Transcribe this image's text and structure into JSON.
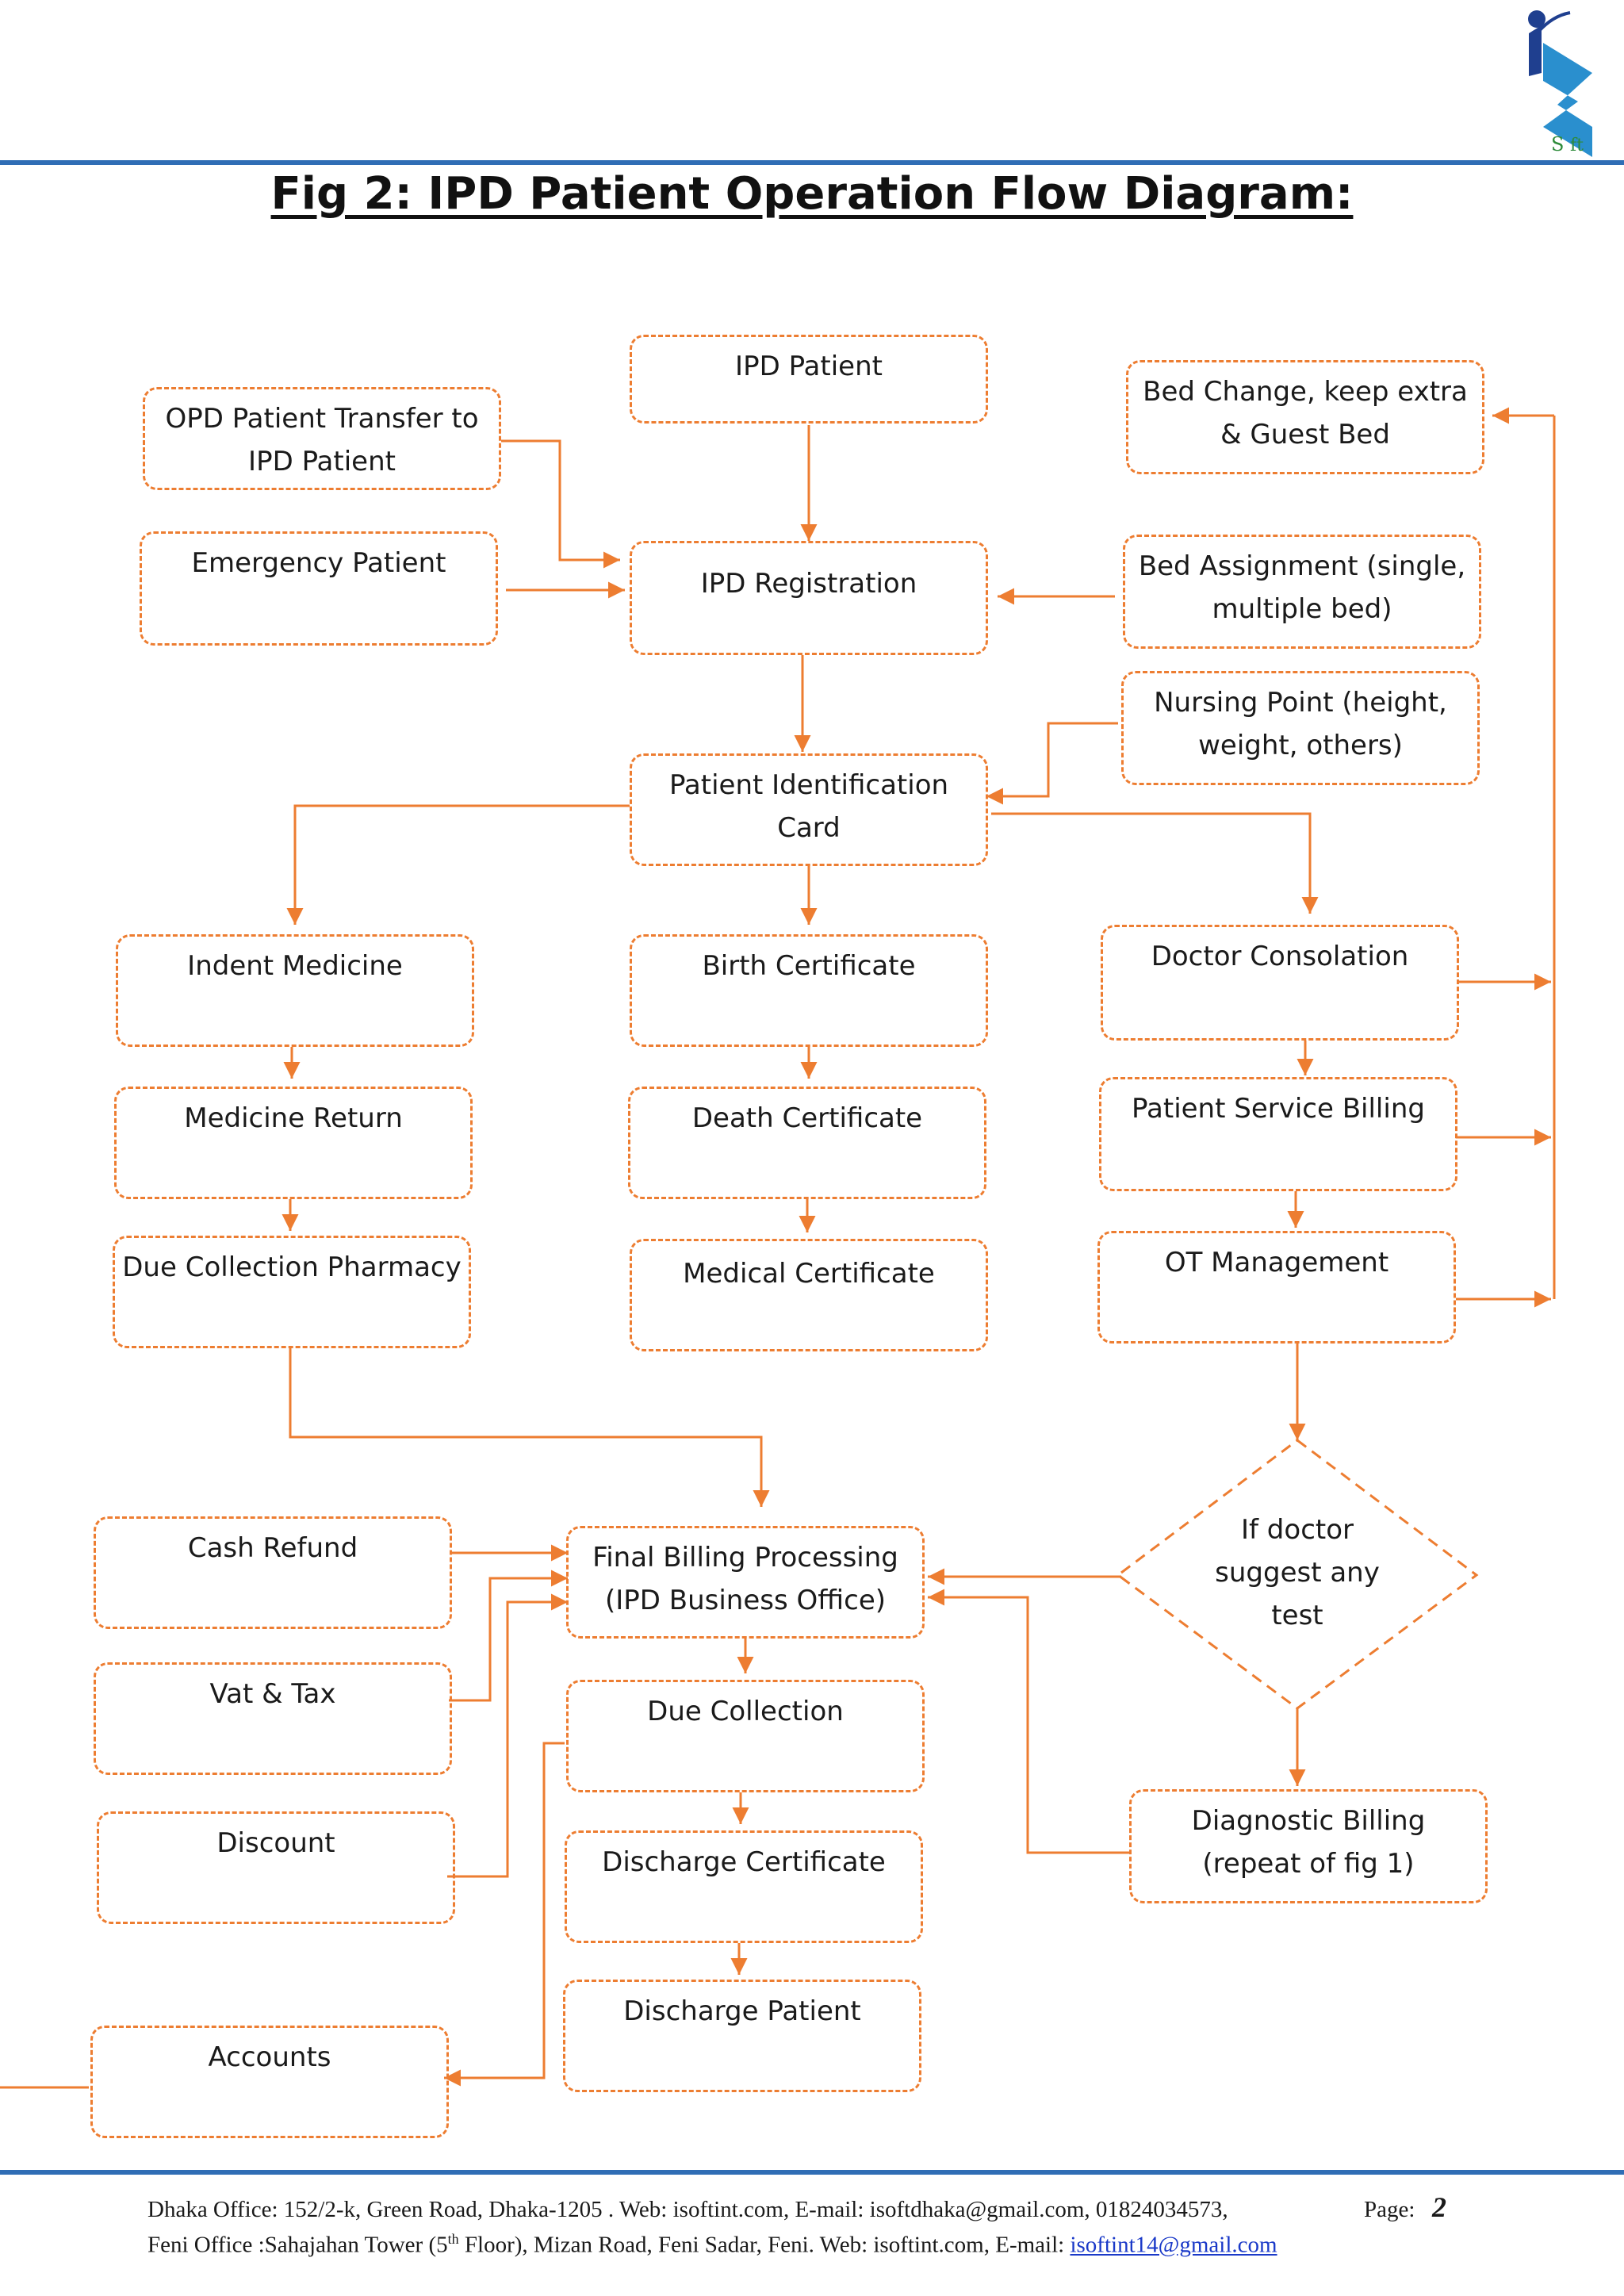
{
  "title": "Fig 2: IPD Patient Operation Flow Diagram:",
  "logo": {
    "mark": "S",
    "text": "ft"
  },
  "nodes": {
    "ipd_patient": "IPD Patient",
    "opd_transfer": [
      "OPD Patient Transfer to",
      "IPD Patient"
    ],
    "emergency": "Emergency Patient",
    "ipd_registration": "IPD Registration",
    "bed_change": [
      "Bed Change, keep extra",
      "& Guest Bed"
    ],
    "bed_assignment": [
      "Bed Assignment (single,",
      "multiple bed)"
    ],
    "nursing_point": [
      "Nursing Point (height,",
      "weight, others)"
    ],
    "patient_id_card": [
      "Patient Identification",
      "Card"
    ],
    "indent_medicine": "Indent Medicine",
    "birth_certificate": "Birth Certificate",
    "doctor_consolation": "Doctor Consolation",
    "medicine_return": "Medicine Return",
    "death_certificate": "Death Certificate",
    "patient_service_billing": "Patient Service Billing",
    "due_collection_pharmacy": "Due Collection Pharmacy",
    "medical_certificate": "Medical Certificate",
    "ot_management": "OT Management",
    "cash_refund": "Cash Refund",
    "final_billing": [
      "Final Billing Processing",
      "(IPD Business Office)"
    ],
    "doctor_test": [
      "If doctor",
      "suggest any",
      "test"
    ],
    "vat_tax": "Vat & Tax",
    "due_collection": "Due Collection",
    "discount": "Discount",
    "discharge_certificate": "Discharge Certificate",
    "diagnostic_billing": [
      "Diagnostic Billing",
      "(repeat of fig 1)"
    ],
    "discharge_patient": "Discharge Patient",
    "accounts": "Accounts"
  },
  "colors": {
    "box_border": "#ed7d31",
    "arrow": "#ed7d31",
    "rule": "#2f6db5",
    "text": "#1a1a1a"
  },
  "footer": {
    "line1": "Dhaka Office: 152/2-k, Green Road, Dhaka-1205 . Web: isoftint.com, E-mail: isoftdhaka@gmail.com, 01824034573,",
    "line2_a": "Feni  Office :Sahajahan Tower (5",
    "line2_sup": "th",
    "line2_b": " Floor), Mizan Road, Feni Sadar, Feni. Web: isoftint.com, E-mail: ",
    "line2_link": "isoftint14@gmail.com",
    "page_label": "Page:",
    "page_number": "2"
  }
}
